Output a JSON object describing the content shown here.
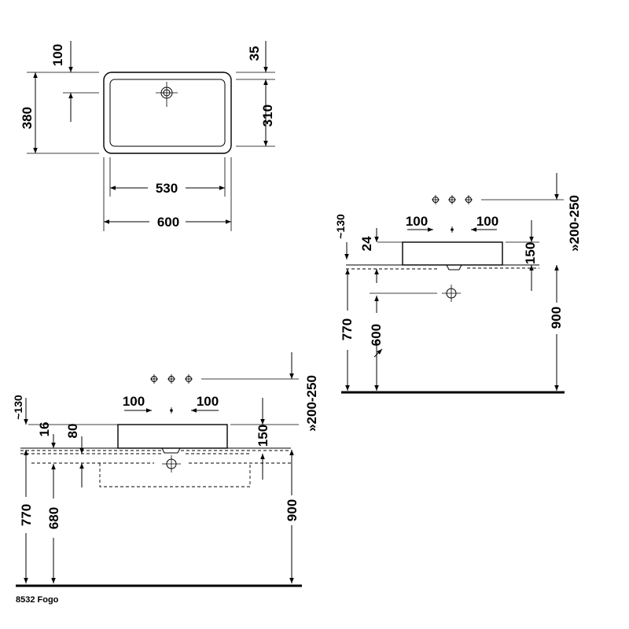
{
  "top_view": {
    "labels": {
      "offset_top": "100",
      "rim_top": "35",
      "depth_outer": "380",
      "depth_inner": "310",
      "width_inner": "530",
      "width_outer": "600"
    }
  },
  "side_view_right": {
    "labels": {
      "tap_left": "100",
      "tap_right": "100",
      "approx_130": "~130",
      "rim_24": "24",
      "height_150": "150",
      "tap_height": "»200-250",
      "counter_770": "770",
      "drain_600": "600",
      "total_900": "900"
    }
  },
  "side_view_left": {
    "labels": {
      "tap_left": "100",
      "tap_right": "100",
      "approx_130": "~130",
      "rim_16": "16",
      "depth_80": "80",
      "height_150": "150",
      "tap_height": "»200-250",
      "counter_770": "770",
      "cabinet_680": "680",
      "total_900": "900"
    }
  },
  "caption": "8532 Fogo"
}
